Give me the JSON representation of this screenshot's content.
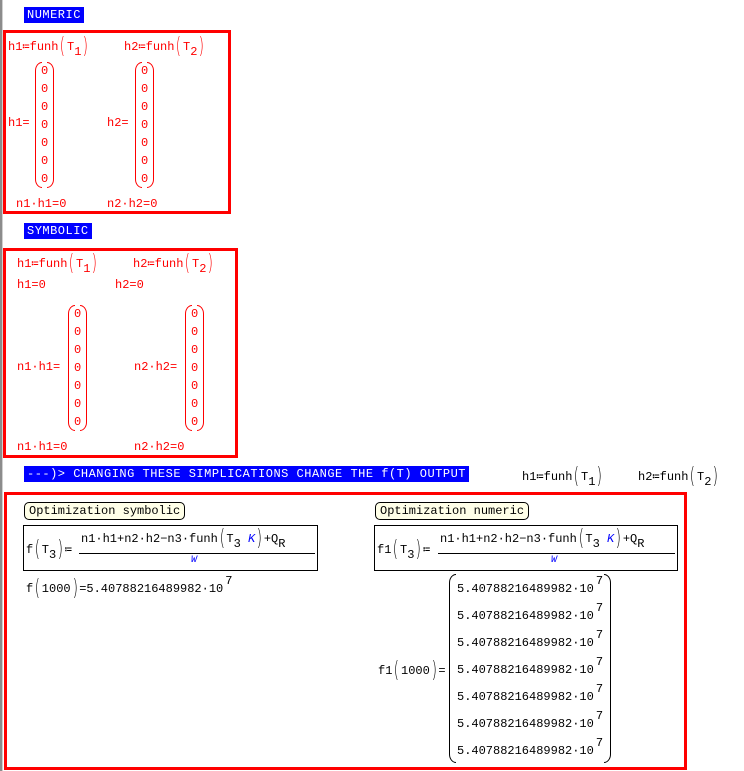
{
  "headers": {
    "numeric": "NUMERIC",
    "symbolic": "SYMBOLIC",
    "changing": "---)> CHANGING THESE SIMPLICATIONS CHANGE THE f(T) OUTPUT"
  },
  "numeric": {
    "def_h1": "h1≔funh",
    "def_h1_arg": "T",
    "def_h1_sub": "1",
    "def_h2": "h2≔funh",
    "def_h2_arg": "T",
    "def_h2_sub": "2",
    "h1_lhs": "h1=",
    "h2_lhs": "h2=",
    "h1_vector": [
      "0",
      "0",
      "0",
      "0",
      "0",
      "0",
      "0"
    ],
    "h2_vector": [
      "0",
      "0",
      "0",
      "0",
      "0",
      "0",
      "0"
    ],
    "n1h1": "n1·h1=0",
    "n2h2": "n2·h2=0"
  },
  "symbolic": {
    "def_h1": "h1≔funh",
    "def_h1_arg": "T",
    "def_h1_sub": "1",
    "def_h2": "h2≔funh",
    "def_h2_arg": "T",
    "def_h2_sub": "2",
    "h1_eval": "h1=0",
    "h2_eval": "h2=0",
    "n1h1_lhs": "n1·h1=",
    "n2h2_lhs": "n2·h2=",
    "n1h1_vector": [
      "0",
      "0",
      "0",
      "0",
      "0",
      "0",
      "0"
    ],
    "n2h2_vector": [
      "0",
      "0",
      "0",
      "0",
      "0",
      "0",
      "0"
    ],
    "n1h1": "n1·h1=0",
    "n2h2": "n2·h2=0"
  },
  "changing_defs": {
    "def_h1": "h1≔funh",
    "def_h1_arg": "T",
    "def_h1_sub": "1",
    "def_h2": "h2≔funh",
    "def_h2_arg": "T",
    "def_h2_sub": "2"
  },
  "optimization": {
    "symbolic": {
      "note": "Optimization symbolic",
      "fname": "f",
      "arg": "T",
      "arg_sub": "3",
      "assign": "≔",
      "numerator_a": "n1·h1+n2·h2−n3·funh",
      "numerator_T": "T",
      "numerator_T_sub": "3",
      "numerator_K": "K",
      "numerator_b": "+Q",
      "numerator_Q_sub": "R",
      "denominator": "W",
      "result_lhs": "f",
      "result_arg": "1000",
      "result_value": "=5.40788216489982·10",
      "result_exp": "7"
    },
    "numeric": {
      "note": "Optimization numeric",
      "fname": "f1",
      "arg": "T",
      "arg_sub": "3",
      "assign": "≔",
      "numerator_a": "n1·h1+n2·h2−n3·funh",
      "numerator_T": "T",
      "numerator_T_sub": "3",
      "numerator_K": "K",
      "numerator_b": "+Q",
      "numerator_Q_sub": "R",
      "denominator": "W",
      "result_lhs": "f1",
      "result_arg": "1000",
      "result_eq": "=",
      "result_vector": [
        "5.40788216489982·10",
        "5.40788216489982·10",
        "5.40788216489982·10",
        "5.40788216489982·10",
        "5.40788216489982·10",
        "5.40788216489982·10",
        "5.40788216489982·10"
      ],
      "result_exp": "7"
    }
  },
  "colors": {
    "highlight_bg": "#0000ff",
    "region_border": "#ff0000",
    "math_red": "#ff0000",
    "unit_blue": "#0000ff",
    "note_bg": "#ffffe8"
  }
}
